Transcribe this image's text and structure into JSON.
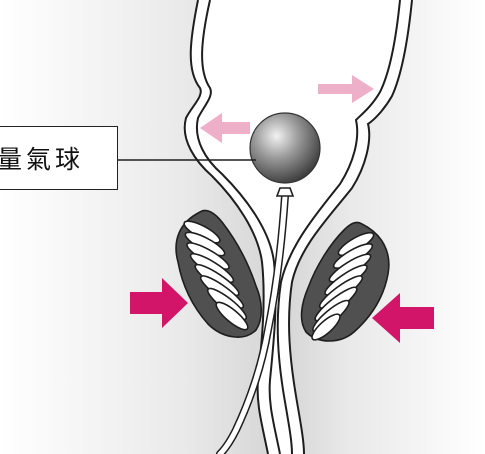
{
  "diagram": {
    "callout_label": "量氣球",
    "colors": {
      "tissue_gray": "#e6e6e6",
      "outline": "#1e1e1e",
      "balloon_dark": "#4a4a4a",
      "strong_arrow": "#d31569",
      "faint_arrow": "#eeafc8"
    },
    "icons": [
      "balloon",
      "catheter",
      "left-muscle-coil",
      "right-muscle-coil",
      "arrow-right",
      "arrow-left",
      "arrow-up-right",
      "arrow-up-left"
    ]
  }
}
